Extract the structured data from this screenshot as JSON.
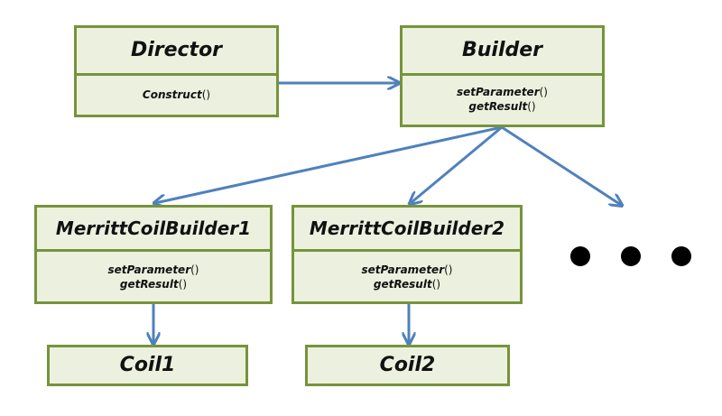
{
  "director": {
    "name": "Director",
    "methods": [
      {
        "name": "Construct",
        "paren": "()"
      }
    ]
  },
  "builder": {
    "name": "Builder",
    "methods": [
      {
        "name": "setParameter",
        "paren": "()"
      },
      {
        "name": "getResult",
        "paren": "()"
      }
    ]
  },
  "merrittcoilbuilder1": {
    "name": "MerrittCoilBuilder1",
    "methods": [
      {
        "name": "setParameter",
        "paren": "()"
      },
      {
        "name": "getResult",
        "paren": "()"
      }
    ]
  },
  "merrittcoilbuilder2": {
    "name": "MerrittCoilBuilder2",
    "methods": [
      {
        "name": "setParameter",
        "paren": "()"
      },
      {
        "name": "getResult",
        "paren": "()"
      }
    ]
  },
  "coil1": {
    "name": "Coil1"
  },
  "coil2": {
    "name": "Coil2"
  },
  "colors": {
    "box_fill": "#ebf1de",
    "box_border": "#77933c",
    "arrow": "#4f81bd",
    "ellipsis_dot": "#000000"
  }
}
